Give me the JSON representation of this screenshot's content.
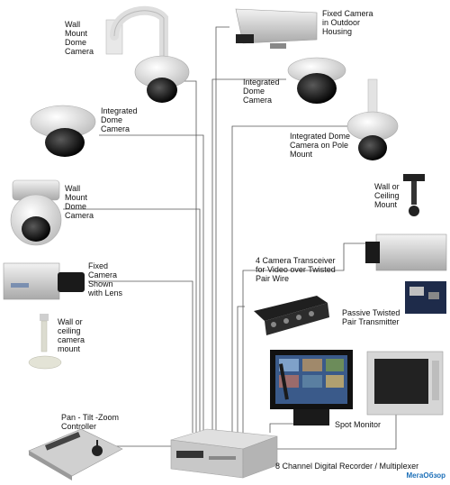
{
  "labels": {
    "wall_dome_top": "Wall\nMount\nDome\nCamera",
    "fixed_outdoor": "Fixed Camera\nin Outdoor\nHousing",
    "integrated_dome_right": "Integrated\nDome\nCamera",
    "integrated_dome_left": "Integrated\nDome\nCamera",
    "integrated_dome_pole": "Integrated Dome\nCamera on Pole\nMount",
    "wall_dome_mid": "Wall\nMount\nDome\nCamera",
    "wall_ceiling_mount_right": "Wall or\nCeiling\nMount",
    "fixed_lens": "Fixed\nCamera\nShown\nwith Lens",
    "transceiver": "4 Camera Transceiver\nfor Video over Twisted\nPair Wire",
    "passive_transmitter": "Passive Twisted\nPair Transmitter",
    "wall_ceiling_mount_left": "Wall or\nceiling\ncamera\nmount",
    "ptz_controller": "Pan - Tilt -Zoom\nController",
    "spot_monitor": "Spot Monitor",
    "dvr": "8 Channel Digital Recorder / Multiplexer",
    "watermark": "МегаОбзор"
  },
  "icons": {
    "wall_dome_top": "dome-camera-icon",
    "fixed_outdoor": "outdoor-camera-icon",
    "integrated_dome": "dome-camera-icon",
    "pole_dome": "dome-camera-icon",
    "wall_dome_mid": "dome-camera-icon",
    "ceiling_mount": "mount-bracket-icon",
    "box_camera": "box-camera-icon",
    "wall_mount": "mount-bracket-icon",
    "transceiver": "transceiver-icon",
    "transmitter": "transmitter-icon",
    "ptz": "keyboard-controller-icon",
    "monitor": "monitor-icon",
    "spot_monitor": "monitor-icon",
    "dvr": "recorder-icon"
  },
  "colors": {
    "wire": "#555555",
    "device": "#d8d8d8",
    "device_dark": "#2a2a2a",
    "accent": "#2d5b9a"
  }
}
